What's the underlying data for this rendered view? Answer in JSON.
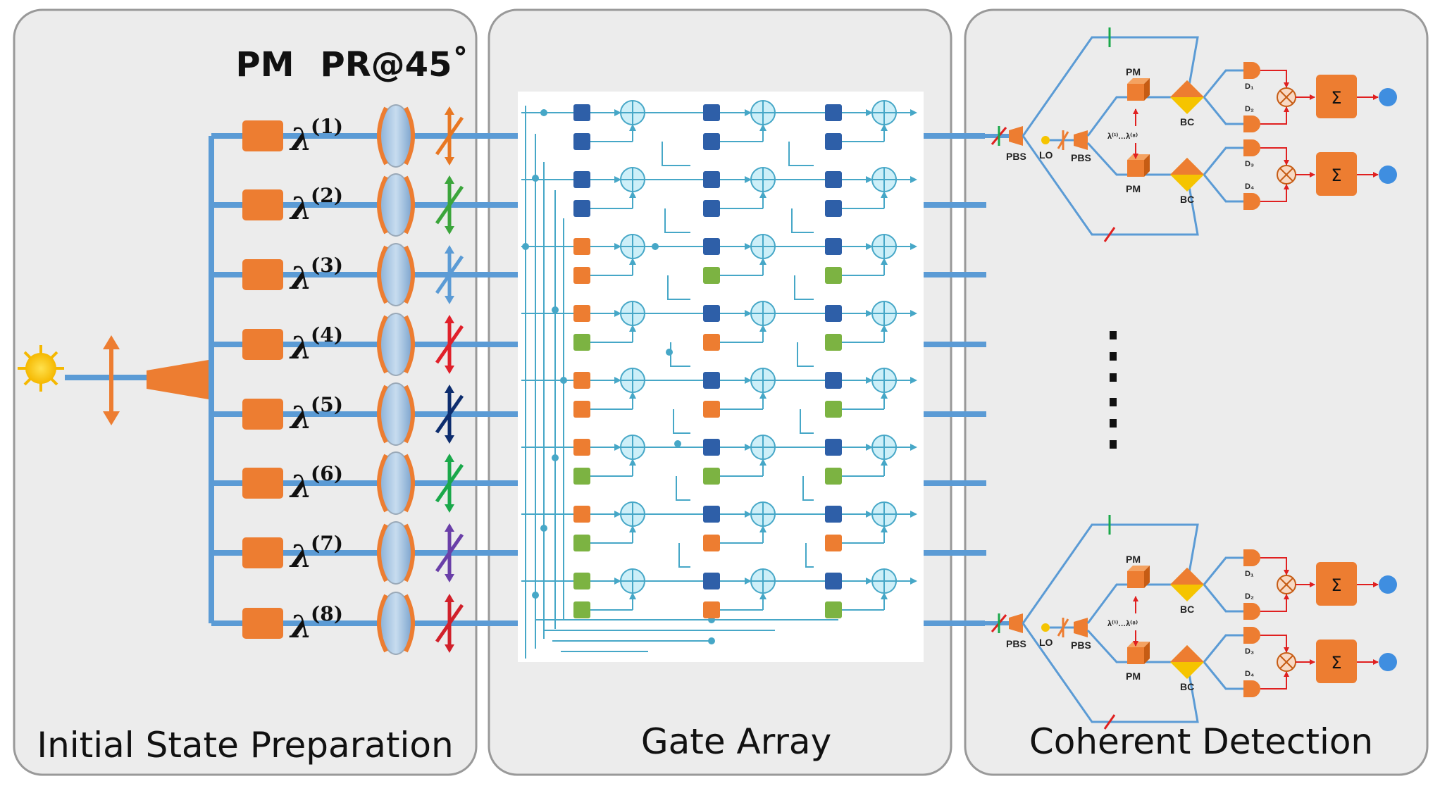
{
  "panels": {
    "left_title": "Initial State Preparation",
    "middle_title": "Gate Array",
    "right_title": "Coherent Detection"
  },
  "headers": {
    "pm": "PM",
    "pr": "PR@45˚"
  },
  "lambda_symbol": "λ",
  "channels": [
    "(1)",
    "(2)",
    "(3)",
    "(4)",
    "(5)",
    "(6)",
    "(7)",
    "(8)"
  ],
  "polarizer_colors": [
    "#e87722",
    "#3ba53b",
    "#5b9bd5",
    "#e0202a",
    "#0d2d6e",
    "#1aa84a",
    "#6a3fa8",
    "#d1202a"
  ],
  "gate_pattern": [
    [
      "blue",
      "blue",
      "blue",
      "blue",
      "blue",
      "blue"
    ],
    [
      "blue",
      "blue",
      "blue",
      "blue",
      "blue",
      "blue"
    ],
    [
      "orange",
      "orange",
      "blue",
      "green",
      "blue",
      "green"
    ],
    [
      "orange",
      "green",
      "blue",
      "orange",
      "blue",
      "green"
    ],
    [
      "orange",
      "orange",
      "blue",
      "orange",
      "blue",
      "green"
    ],
    [
      "orange",
      "green",
      "blue",
      "green",
      "blue",
      "green"
    ],
    [
      "orange",
      "green",
      "blue",
      "orange",
      "blue",
      "orange"
    ],
    [
      "green",
      "green",
      "blue",
      "orange",
      "blue",
      "green"
    ]
  ],
  "detection": {
    "pbs": "PBS",
    "lo": "LO",
    "pm": "PM",
    "bc": "BC",
    "detectors": [
      "D₁",
      "D₂",
      "D₃",
      "D₄"
    ],
    "lambda_range": "λ⁽¹⁾…λ⁽⁸⁾",
    "sum": "Σ"
  },
  "colors": {
    "beam": "#5b9bd5",
    "component": "#ed7d31",
    "panel_bg": "#ececec",
    "gate_blue": "#2e5fa8",
    "gate_orange": "#ed7d31",
    "gate_green": "#7cb342",
    "wire": "#46a7c7",
    "xor_fill": "#cdeff8",
    "detector_red": "#e02020",
    "output_dot": "#3f8ee0"
  }
}
